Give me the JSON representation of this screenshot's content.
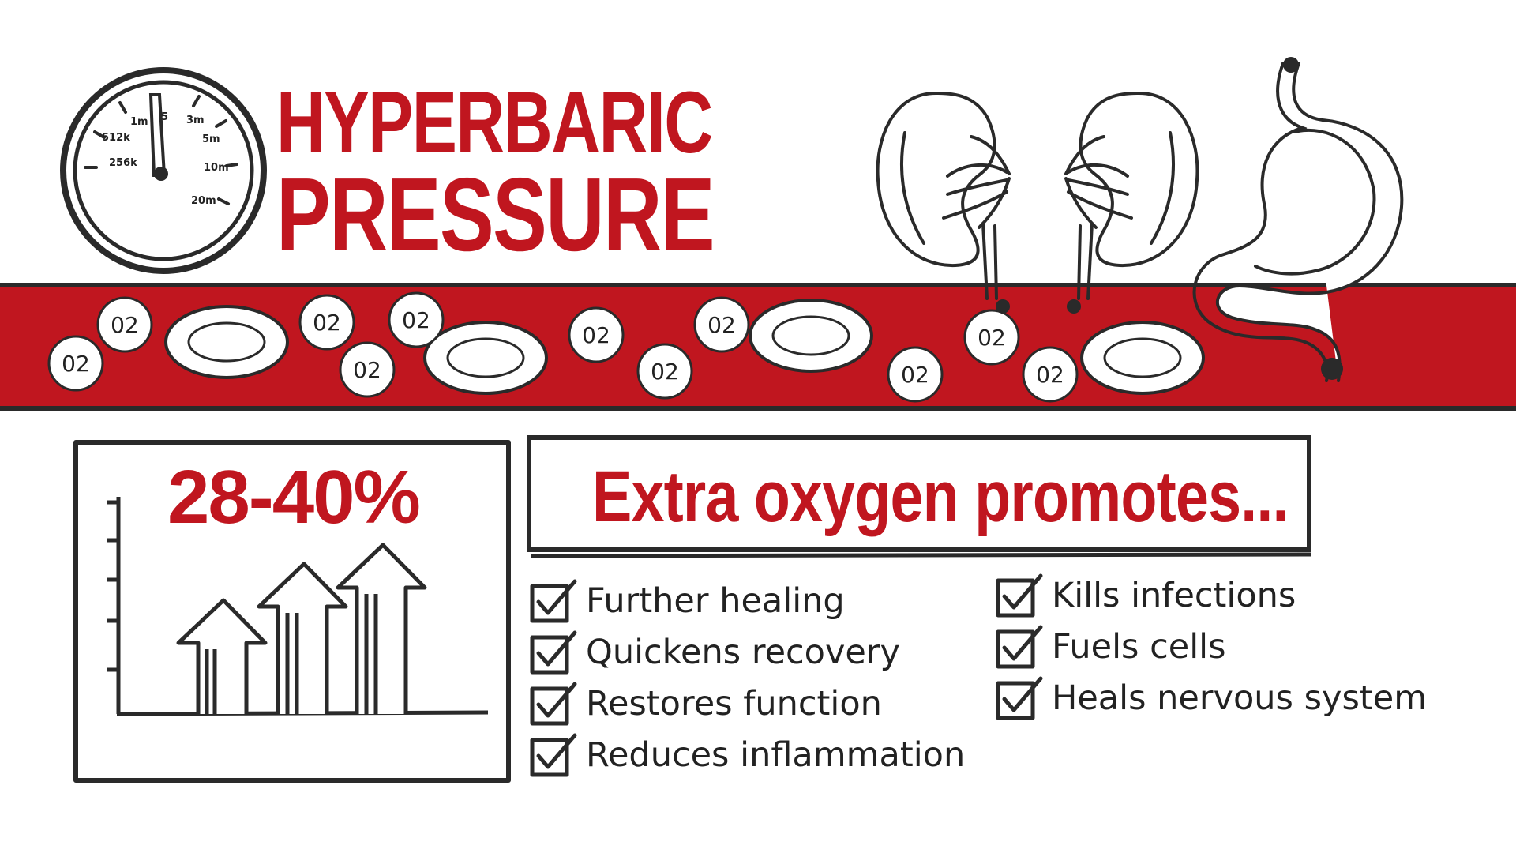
{
  "title": {
    "line1": "HYPERBARIC",
    "line2": "PRESSURE"
  },
  "gauge": {
    "labels": [
      "256k",
      "512k",
      "1m",
      "5",
      "3m",
      "5m",
      "10m",
      "20m"
    ]
  },
  "blood_vessel": {
    "o2_label": "02"
  },
  "stat": {
    "value": "28-40%"
  },
  "benefits": {
    "heading": "Extra oxygen promotes...",
    "left": [
      "Further healing",
      "Quickens recovery",
      "Restores function",
      "Reduces inflammation"
    ],
    "right": [
      "Kills infections",
      "Fuels cells",
      "Heals nervous system"
    ]
  },
  "colors": {
    "accent_red": "#c0161f",
    "ink": "#222222",
    "white": "#ffffff"
  }
}
